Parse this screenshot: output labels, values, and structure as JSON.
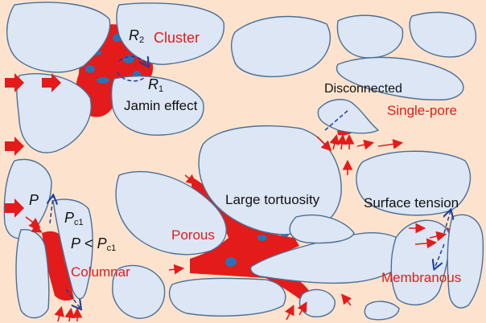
{
  "colors": {
    "background": "#fde3cd",
    "grain_fill": "#dce6f4",
    "grain_stroke": "#4b6f99",
    "oil": "#e31b1b",
    "oil_blob": "#2f6fb3",
    "dashed_arrow": "#1f3f9a",
    "label_dark": "#111111",
    "label_red": "#e31b1b"
  },
  "labels": {
    "cluster": "Cluster",
    "r2": "R",
    "r2_sub": "2",
    "r1": "R",
    "r1_sub": "1",
    "jamin": "Jamin effect",
    "disconnected": "Disconnected",
    "single_pore": "Single-pore",
    "large_tortuosity": "Large tortuosity",
    "surface_tension": "Surface tension",
    "porous": "Porous",
    "p": "P",
    "pc1": "P",
    "pc1_sub": "c1",
    "p_lt_pc1_left": "P",
    "p_lt_pc1_op": "<",
    "p_lt_pc1_right": "P",
    "p_lt_pc1_sub": "c1",
    "columnar": "Columnar",
    "membranous": "Membranous"
  },
  "icons": {
    "flow_arrow": "red-block-arrow",
    "pressure_arrow": "red-small-arrow",
    "curvature_arrow": "dashed-blue-arrow"
  }
}
